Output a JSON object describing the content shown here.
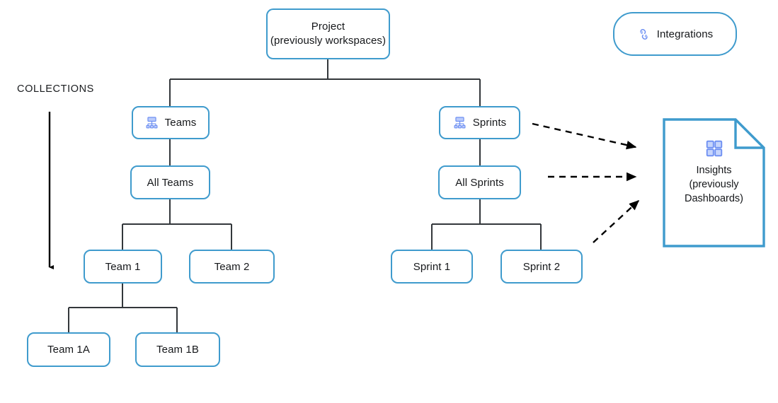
{
  "diagram": {
    "title": "Project hierarchy and collections diagram",
    "colors": {
      "node_border": "#3f9bcd",
      "icon_blue": "#6d8ff2",
      "icon_blue_light": "#a9bffa",
      "connector": "#33373b",
      "text": "#15171a",
      "background": "#ffffff"
    },
    "annotations": {
      "collections_label": "COLLECTIONS"
    },
    "nodes": {
      "project": {
        "line1": "Project",
        "line2": "(previously workspaces)"
      },
      "integrations": {
        "label": "Integrations",
        "icon": "chain-link-icon"
      },
      "teams": {
        "label": "Teams",
        "icon": "org-chart-icon"
      },
      "sprints": {
        "label": "Sprints",
        "icon": "org-chart-icon"
      },
      "all_teams": {
        "label": "All Teams"
      },
      "all_sprints": {
        "label": "All Sprints"
      },
      "team_1": {
        "label": "Team 1"
      },
      "team_2": {
        "label": "Team 2"
      },
      "sprint_1": {
        "label": "Sprint 1"
      },
      "sprint_2": {
        "label": "Sprint 2"
      },
      "team_1a": {
        "label": "Team 1A"
      },
      "team_1b": {
        "label": "Team 1B"
      },
      "insights": {
        "line1": "Insights",
        "line2": "(previously",
        "line3": "Dashboards)",
        "icon": "grid-four-squares-icon"
      }
    },
    "edges": [
      {
        "from": "project",
        "to": "teams",
        "style": "solid"
      },
      {
        "from": "project",
        "to": "sprints",
        "style": "solid"
      },
      {
        "from": "teams",
        "to": "all_teams",
        "style": "solid"
      },
      {
        "from": "all_teams",
        "to": "team_1",
        "style": "solid"
      },
      {
        "from": "all_teams",
        "to": "team_2",
        "style": "solid"
      },
      {
        "from": "team_1",
        "to": "team_1a",
        "style": "solid"
      },
      {
        "from": "team_1",
        "to": "team_1b",
        "style": "solid"
      },
      {
        "from": "sprints",
        "to": "all_sprints",
        "style": "solid"
      },
      {
        "from": "all_sprints",
        "to": "sprint_1",
        "style": "solid"
      },
      {
        "from": "all_sprints",
        "to": "sprint_2",
        "style": "solid"
      },
      {
        "from": "sprints",
        "to": "insights",
        "style": "dashed-arrow"
      },
      {
        "from": "all_sprints",
        "to": "insights",
        "style": "dashed-arrow"
      },
      {
        "from": "sprint_2",
        "to": "insights",
        "style": "dashed-arrow"
      }
    ]
  }
}
